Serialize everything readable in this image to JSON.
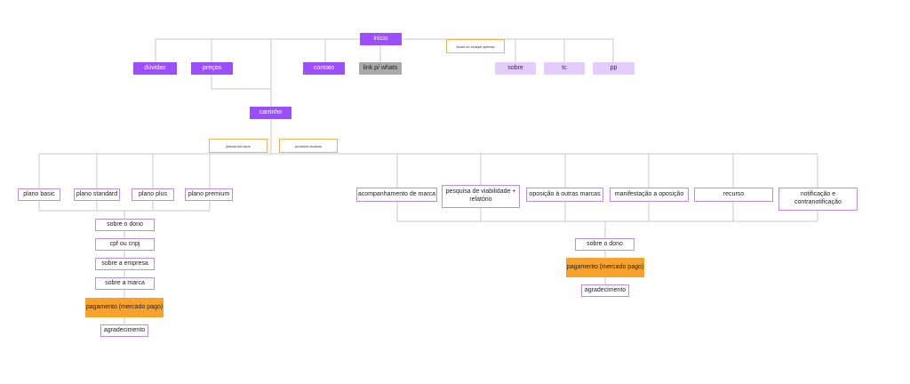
{
  "colors": {
    "primary": "#9b4dff",
    "light_purple": "#e4ccff",
    "outline_purple": "#b98cf0",
    "gray": "#a9a9a9",
    "orange": "#f9a22b",
    "connector": "#c8c8c8"
  },
  "top": {
    "inicio": "início",
    "note": "ficam no rodapé apenas"
  },
  "nav": {
    "duvidas": "dúvidas",
    "precos": "preços",
    "contato": "contato",
    "link_whats": "link p/ whats"
  },
  "footer_pages": [
    "sobre",
    "tc",
    "pp"
  ],
  "carrinho": "carrinho",
  "branch_notes": {
    "planos": "planos serviços",
    "produtos": "produtos avulsos"
  },
  "plans": [
    "plano basic",
    "plano standard",
    "plano plus",
    "plano premium"
  ],
  "plans_flow": [
    "sobre o dono",
    "cpf ou cnpj",
    "sobre a empresa",
    "sobre a marca",
    "pagamento (mercado pago)",
    "agradecimento"
  ],
  "products": [
    "acompanhamento de marca",
    "pesquisa de viabilidade + relatório",
    "oposição à outras marcas",
    "manifestação a oposição",
    "recurso",
    "notificação e contranotificação"
  ],
  "products_flow": [
    "sobre o dono",
    "pagamento (mercado pago)",
    "agradecimento"
  ]
}
